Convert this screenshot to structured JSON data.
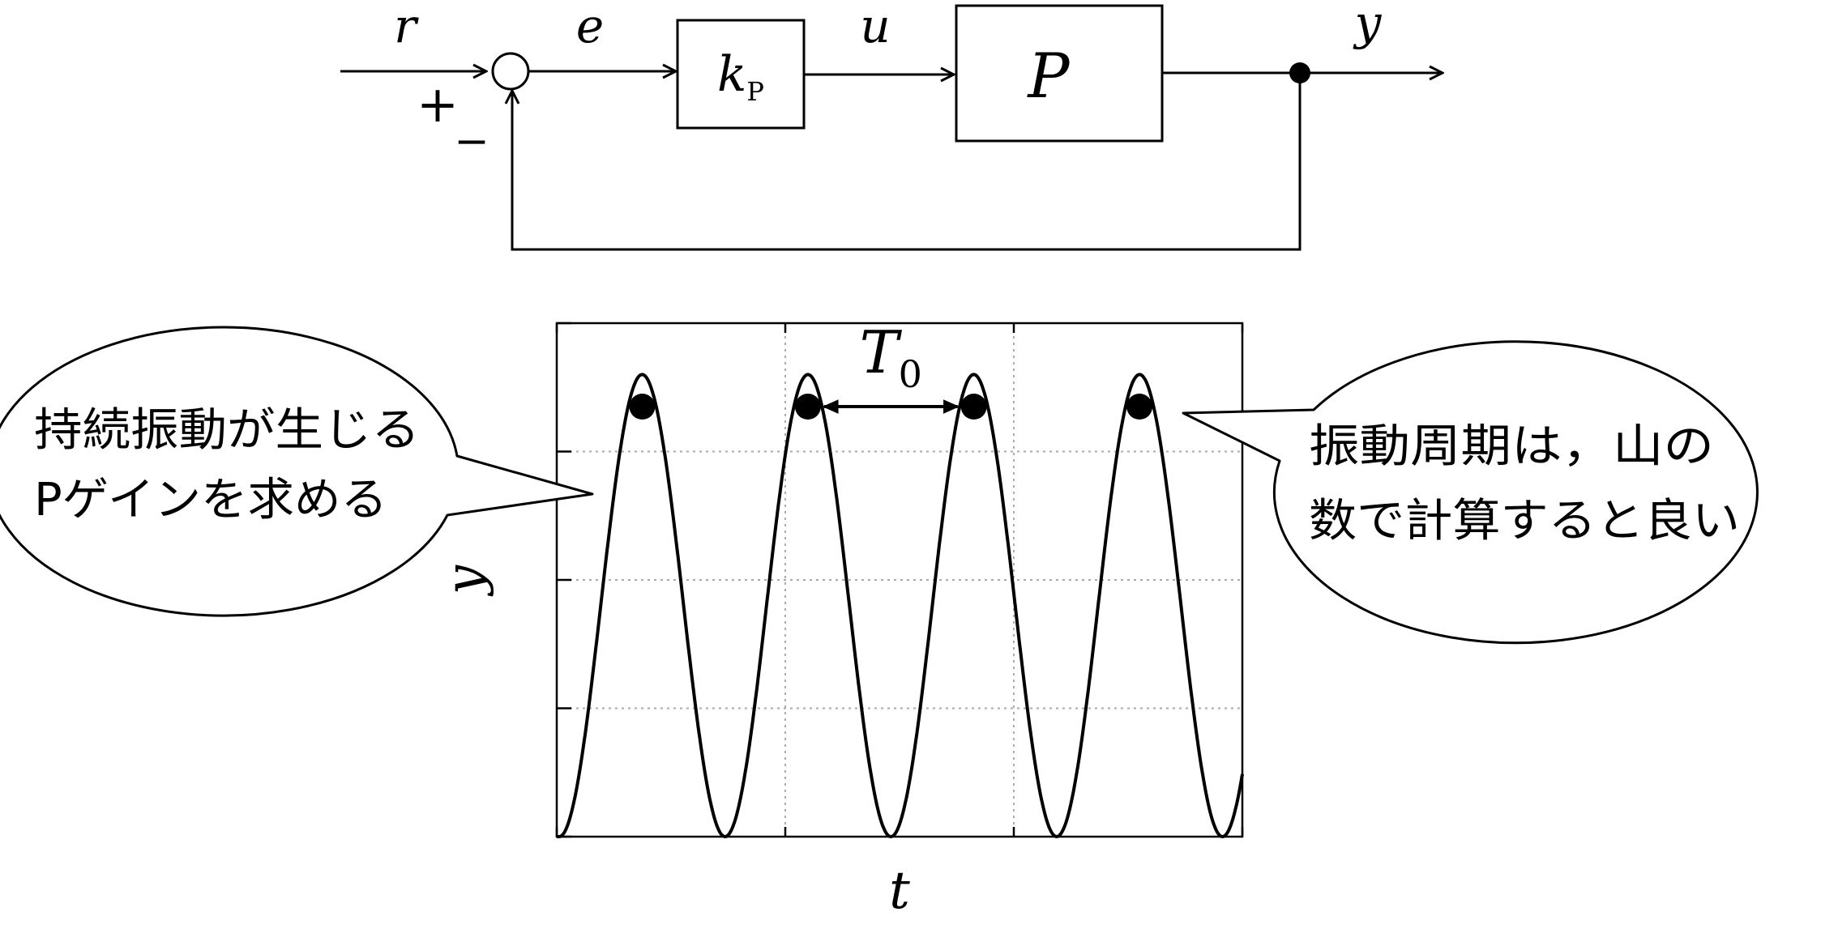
{
  "block_diagram": {
    "signals": {
      "reference": "r",
      "error": "e",
      "control": "u",
      "output": "y"
    },
    "sum_signs": {
      "plus": "+",
      "minus": "−"
    },
    "controller_gain": {
      "base": "k",
      "subscript": "P"
    },
    "plant": "P"
  },
  "chart_data": {
    "type": "line",
    "title": "",
    "xlabel": "t",
    "ylabel": "y",
    "xlim": [
      0,
      3
    ],
    "ylim": [
      0,
      4
    ],
    "xticks": [
      0,
      1,
      2,
      3
    ],
    "yticks": [
      0,
      1,
      2,
      3,
      4
    ],
    "grid": true,
    "tick_labels_shown": false,
    "series": [
      {
        "curve": "y(t) = 1.8 - 1.8*cos(2*pi*(t - 0.011)/0.7255) for t >= 0.011, 0 before",
        "peaks": [
          {
            "t": 0.374,
            "y": 3.35
          },
          {
            "t": 1.099,
            "y": 3.35
          },
          {
            "t": 1.825,
            "y": 3.35
          },
          {
            "t": 2.55,
            "y": 3.35
          }
        ]
      }
    ],
    "annotations": {
      "period_label": {
        "base": "T",
        "subscript": "0"
      }
    }
  },
  "callouts": {
    "left": {
      "line1": "持続振動が生じる",
      "line2": "Pゲインを求める"
    },
    "right": {
      "line1": "振動周期は，山の",
      "line2": "数で計算すると良い"
    }
  }
}
